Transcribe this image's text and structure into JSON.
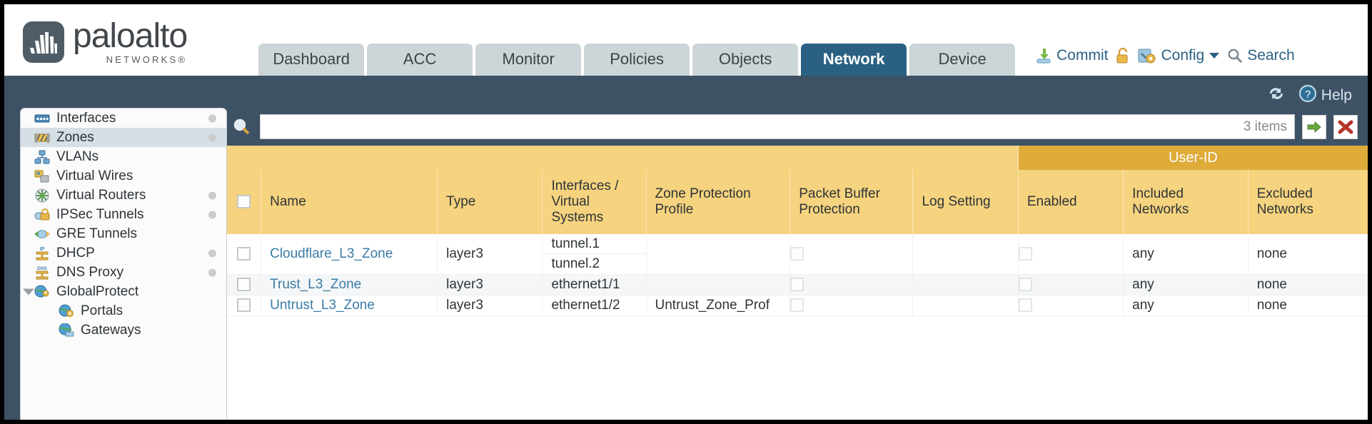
{
  "brand": {
    "name": "paloalto",
    "tagline": "NETWORKS®"
  },
  "nav": {
    "tabs": [
      {
        "label": "Dashboard",
        "active": false
      },
      {
        "label": "ACC",
        "active": false
      },
      {
        "label": "Monitor",
        "active": false
      },
      {
        "label": "Policies",
        "active": false
      },
      {
        "label": "Objects",
        "active": false
      },
      {
        "label": "Network",
        "active": true
      },
      {
        "label": "Device",
        "active": false
      }
    ]
  },
  "header_tools": {
    "commit": "Commit",
    "lock_icon": "lock-icon",
    "config": "Config",
    "search": "Search"
  },
  "band": {
    "refresh_icon": "refresh-icon",
    "help": "Help"
  },
  "sidebar": {
    "items": [
      {
        "label": "Interfaces",
        "icon": "interfaces-icon",
        "selected": false,
        "dot": true,
        "child": false,
        "caret": false
      },
      {
        "label": "Zones",
        "icon": "zones-icon",
        "selected": true,
        "dot": true,
        "child": false,
        "caret": false
      },
      {
        "label": "VLANs",
        "icon": "vlans-icon",
        "selected": false,
        "dot": false,
        "child": false,
        "caret": false
      },
      {
        "label": "Virtual Wires",
        "icon": "virtual-wires-icon",
        "selected": false,
        "dot": false,
        "child": false,
        "caret": false
      },
      {
        "label": "Virtual Routers",
        "icon": "virtual-routers-icon",
        "selected": false,
        "dot": true,
        "child": false,
        "caret": false
      },
      {
        "label": "IPSec Tunnels",
        "icon": "ipsec-tunnels-icon",
        "selected": false,
        "dot": true,
        "child": false,
        "caret": false
      },
      {
        "label": "GRE Tunnels",
        "icon": "gre-tunnels-icon",
        "selected": false,
        "dot": false,
        "child": false,
        "caret": false
      },
      {
        "label": "DHCP",
        "icon": "dhcp-icon",
        "selected": false,
        "dot": true,
        "child": false,
        "caret": false
      },
      {
        "label": "DNS Proxy",
        "icon": "dns-proxy-icon",
        "selected": false,
        "dot": true,
        "child": false,
        "caret": false
      },
      {
        "label": "GlobalProtect",
        "icon": "globalprotect-icon",
        "selected": false,
        "dot": false,
        "child": false,
        "caret": true
      },
      {
        "label": "Portals",
        "icon": "portals-icon",
        "selected": false,
        "dot": false,
        "child": true,
        "caret": false
      },
      {
        "label": "Gateways",
        "icon": "gateways-icon",
        "selected": false,
        "dot": false,
        "child": true,
        "caret": false
      }
    ]
  },
  "search": {
    "value": "",
    "placeholder": "",
    "items_count": "3 items",
    "apply_icon": "green-arrow-icon",
    "clear_icon": "red-x-icon"
  },
  "table": {
    "group_header": "User-ID",
    "columns": [
      "Name",
      "Type",
      "Interfaces / Virtual Systems",
      "Zone Protection Profile",
      "Packet Buffer Protection",
      "Log Setting",
      "Enabled",
      "Included Networks",
      "Excluded Networks"
    ],
    "rows": [
      {
        "name": "Cloudflare_L3_Zone",
        "type": "layer3",
        "interfaces": [
          "tunnel.1",
          "tunnel.2"
        ],
        "zone_protection_profile": "",
        "packet_buffer_protection": false,
        "log_setting": "",
        "userid_enabled": false,
        "included_networks": "any",
        "excluded_networks": "none"
      },
      {
        "name": "Trust_L3_Zone",
        "type": "layer3",
        "interfaces": [
          "ethernet1/1"
        ],
        "zone_protection_profile": "",
        "packet_buffer_protection": false,
        "log_setting": "",
        "userid_enabled": false,
        "included_networks": "any",
        "excluded_networks": "none"
      },
      {
        "name": "Untrust_L3_Zone",
        "type": "layer3",
        "interfaces": [
          "ethernet1/2"
        ],
        "zone_protection_profile": "Untrust_Zone_Prof",
        "packet_buffer_protection": false,
        "log_setting": "",
        "userid_enabled": false,
        "included_networks": "any",
        "excluded_networks": "none"
      }
    ]
  },
  "colors": {
    "band_blue": "#3e5265",
    "active_tab": "#2a6183",
    "header_gold": "#f5d37f",
    "group_gold": "#dfab39",
    "link_blue": "#3a7ca5"
  }
}
